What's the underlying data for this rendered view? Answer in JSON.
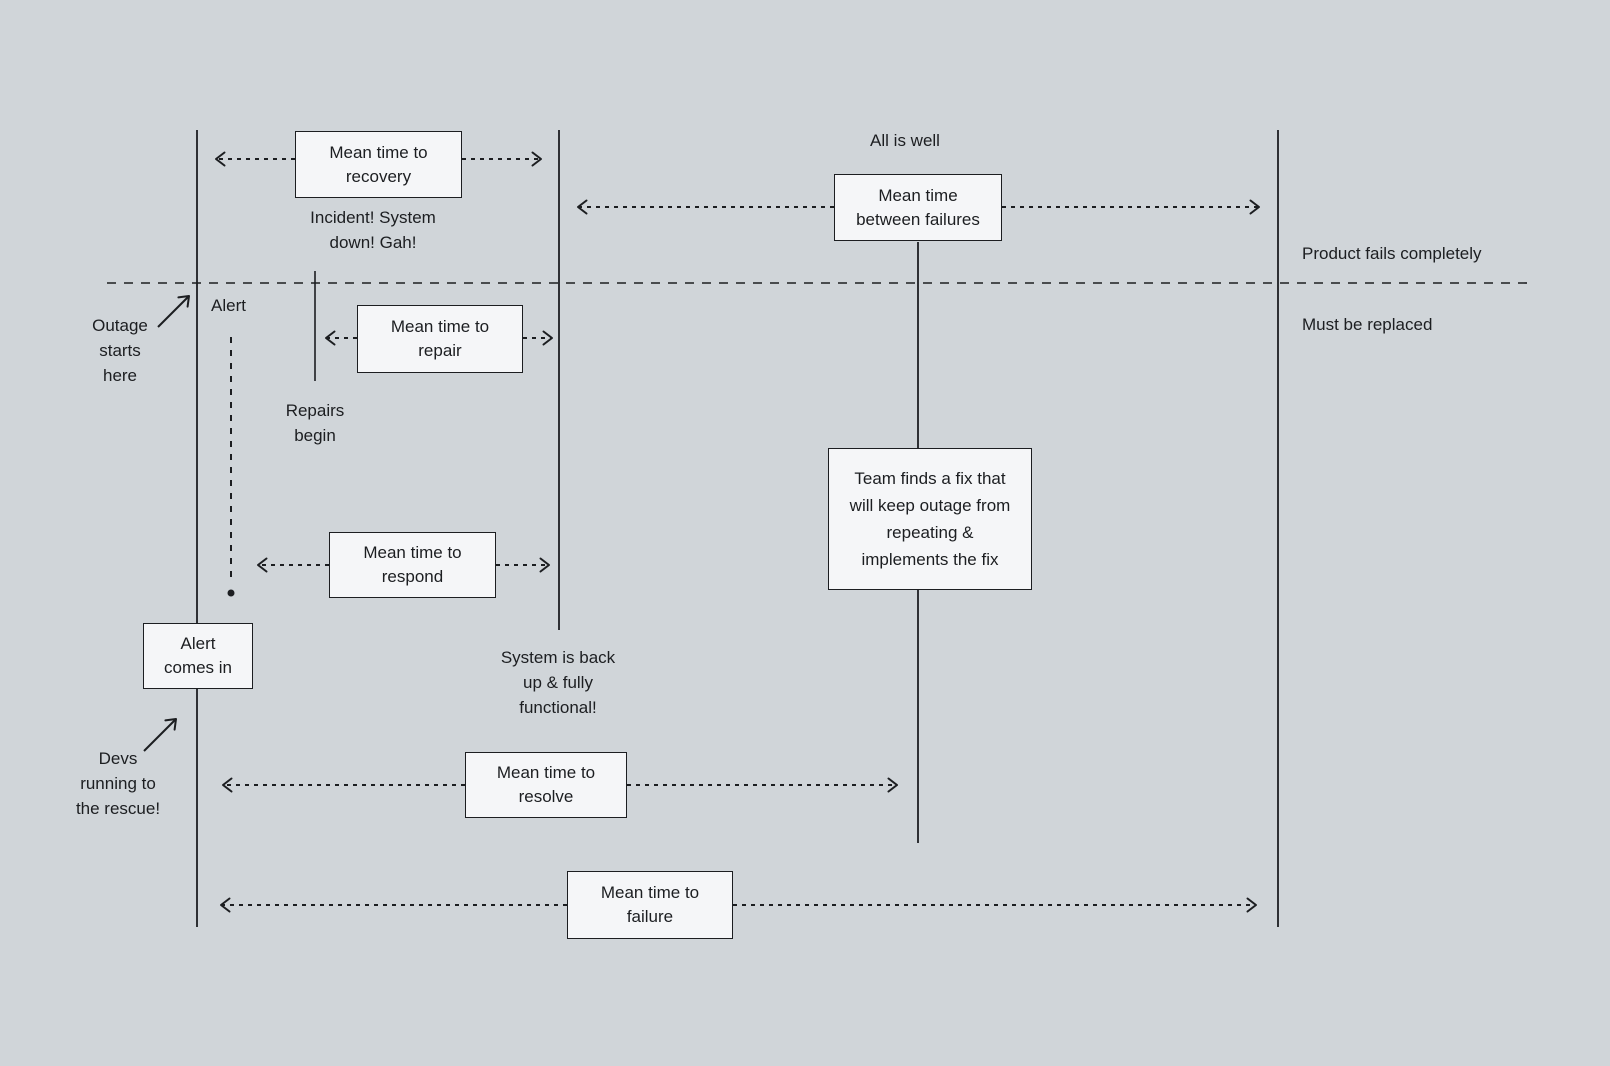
{
  "colors": {
    "background": "#d0d5d9",
    "box_fill": "#f5f6f8",
    "line": "#1c1e21"
  },
  "boxes": {
    "recovery": "Mean time to\nrecovery",
    "repair": "Mean time to\nrepair",
    "respond": "Mean time to\nrespond",
    "alert_comes_in": "Alert\ncomes in",
    "resolve": "Mean time to\nresolve",
    "failure": "Mean time to\nfailure",
    "between_failures": "Mean time\nbetween failures",
    "team_fix": "Team finds a fix that\nwill keep outage from\nrepeating &\nimplements the fix"
  },
  "labels": {
    "all_is_well": "All is well",
    "incident": "Incident! System\ndown! Gah!",
    "alert": "Alert",
    "outage_starts": "Outage\nstarts\nhere",
    "repairs_begin": "Repairs\nbegin",
    "system_back": "System is back\nup & fully\nfunctional!",
    "devs_running": "Devs\nrunning to\nthe rescue!",
    "product_fails": "Product fails completely",
    "must_be_replaced": "Must be replaced"
  }
}
